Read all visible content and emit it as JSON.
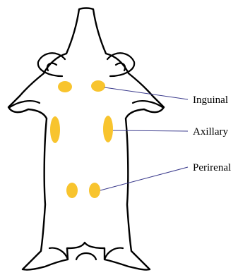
{
  "colors": {
    "fat_pad": "#F8C42E",
    "leader_line": "#3A3A8C",
    "outline": "#000000"
  },
  "labels": {
    "inguinal": "Inguinal",
    "axillary": "Axillary",
    "perirenal": "Perirenal"
  }
}
